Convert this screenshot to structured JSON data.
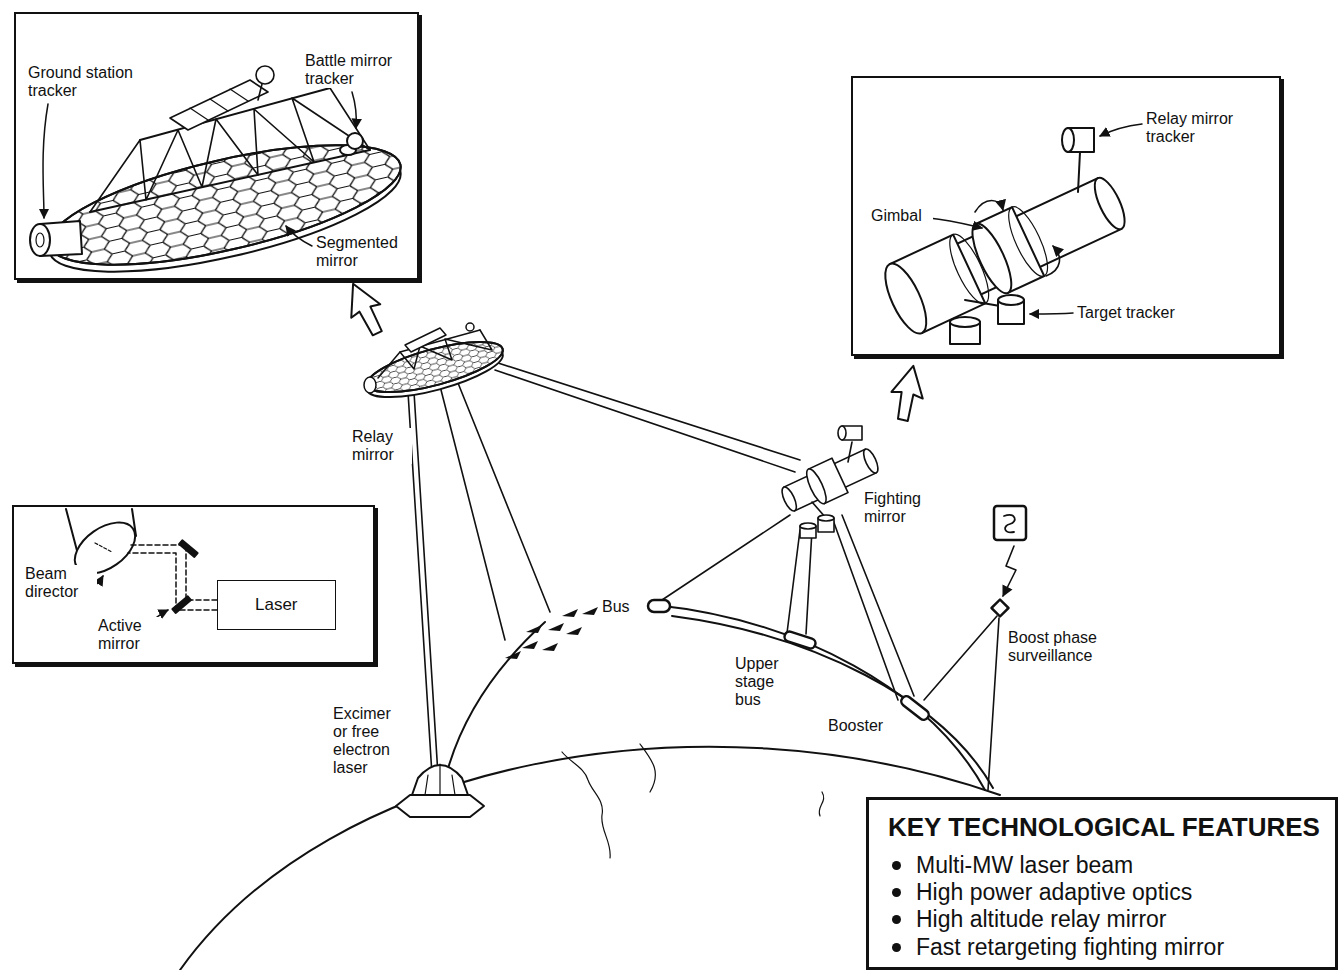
{
  "diagram": {
    "nodes": [
      {
        "text": [
          "Ground station tracker",
          "Battle mirror tracker",
          "Segmented mirror"
        ]
      },
      {
        "text": [
          "Relay mirror tracker",
          "Gimbal",
          "Target tracker"
        ]
      },
      {
        "text": [
          "Beam director",
          "Active mirror"
        ]
      },
      {
        "text": [
          "Laser"
        ],
        "in": 2
      },
      {
        "text": [
          "KEY TECHNOLOGICAL FEATURES",
          "Multi-MW laser beam",
          "High power adaptive optics",
          "High altitude relay mirror",
          "Fast retargeting fighting mirror"
        ]
      }
    ],
    "labels": [
      "Relay mirror",
      "Fighting mirror",
      "Bus",
      "Upper stage bus",
      "Booster",
      "Boost phase surveillance",
      "Excimer or free electron laser"
    ]
  }
}
